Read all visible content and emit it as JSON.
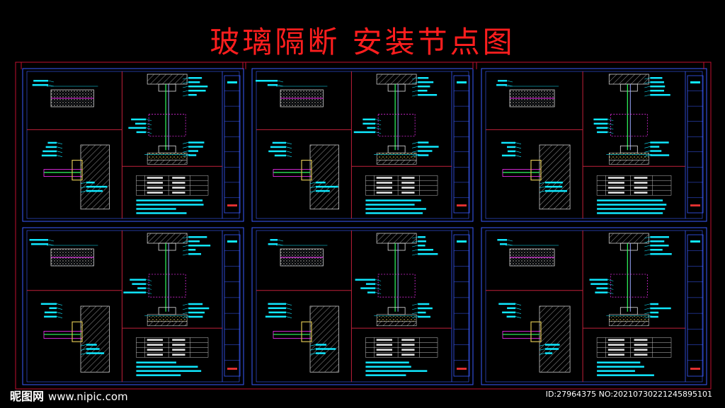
{
  "title": "玻璃隔断  安装节点图",
  "watermark": {
    "logo": "昵图网",
    "site": "www.nipic.com"
  },
  "image_id_text": "ID:27964375 NO:20210730221245895101",
  "colors": {
    "background": "#000000",
    "title": "#ff1e1e",
    "sheet_border": "#3a5cff",
    "divider": "#c0203a",
    "annotation": "#10e8ff",
    "wall_hatch": "#b0b0b0",
    "glass": "#30ff60",
    "dimension": "#ff30ff",
    "filler": "#d8c050"
  }
}
